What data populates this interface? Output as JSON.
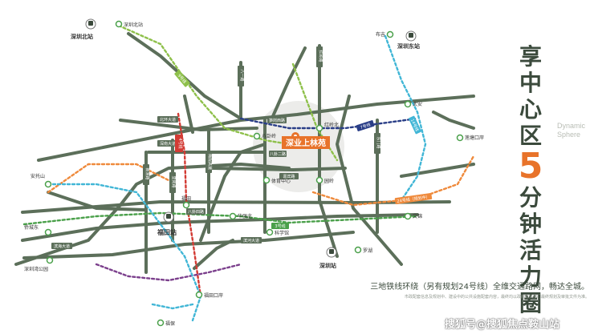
{
  "headline": {
    "prefix": "享",
    "line1": "中心区",
    "number": "5",
    "line2": "分钟活力圈",
    "emblem_text": "Dynamic Sphere"
  },
  "caption": "三地铁线环绕（另有规划24号线）全维交通路网，畅达全城。",
  "footnote": "市政配套信息及规划中、建设中的公共设施配套内容，最终均以政府有关部门最终规划及审批文件为准。",
  "watermark": "搜狐号@搜狐焦点鞍山站",
  "project": {
    "name": "深业上林苑"
  },
  "stations": {
    "shenzhen_north": "深圳北站",
    "shenzhen_north_small": "深圳北站",
    "shenzhen_east": "深圳东站",
    "buji": "布吉",
    "futian": "福田站",
    "futian_small": "福田",
    "shenzhen": "深圳站",
    "shenzhen_bay": "深圳湾公园",
    "futian_port": "福田口岸",
    "fubao": "福保",
    "huaqiang_north": "华强北",
    "kexueguan": "科学馆",
    "luohu": "罗湖",
    "wenjin": "文锦",
    "liantang_port": "莲塘口岸",
    "taian": "太安",
    "honglingbei": "红岭北",
    "bagualing": "八卦岭",
    "tiyuzhongxin": "体育中心",
    "yuanling": "园岭",
    "anto_hill": "安托山",
    "qiaocheng_east": "侨城东"
  },
  "roads": {
    "north_ring": "北环大道",
    "shennan": "深南大道",
    "binhe": "滨河大道",
    "binhai": "滨海大道",
    "bayi": "八一路",
    "sungang": "笋岗西路",
    "bagua2": "八卦二路",
    "jiabin": "嘉宾路",
    "bagua4": "八卦四路",
    "meiguan": "梅观高速",
    "huangmugang": "皇岗路",
    "xinzhou": "新洲路",
    "honglinglu": "红岭路",
    "dongmen": "东门路"
  },
  "lines": {
    "line3": "3号线",
    "line4": "4号线",
    "line7": "7号线",
    "line14": "14号线",
    "line9": "9号线",
    "line24": "24号线（规划中）"
  },
  "colors": {
    "road": "#5c6f5a",
    "brand_orange": "#e8732a",
    "line4_red": "#d33b34",
    "line3_green": "#4aa04a",
    "line7_navy": "#2a3e87",
    "line14_cyan": "#41b6d6",
    "line9_lime": "#8ec04a",
    "line24_orange": "#ef8a3c",
    "line_purple": "#7b3f8c"
  }
}
